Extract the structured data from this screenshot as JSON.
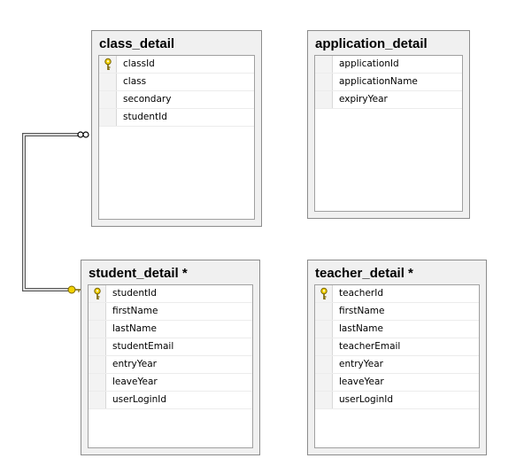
{
  "tables": {
    "class_detail": {
      "title": "class_detail",
      "columns": [
        {
          "name": "classId",
          "primary_key": true
        },
        {
          "name": "class",
          "primary_key": false
        },
        {
          "name": "secondary",
          "primary_key": false
        },
        {
          "name": "studentId",
          "primary_key": false
        }
      ]
    },
    "application_detail": {
      "title": "application_detail",
      "columns": [
        {
          "name": "applicationId",
          "primary_key": false
        },
        {
          "name": "applicationName",
          "primary_key": false
        },
        {
          "name": "expiryYear",
          "primary_key": false
        }
      ]
    },
    "student_detail": {
      "title": "student_detail *",
      "columns": [
        {
          "name": "studentId",
          "primary_key": true
        },
        {
          "name": "firstName",
          "primary_key": false
        },
        {
          "name": "lastName",
          "primary_key": false
        },
        {
          "name": "studentEmail",
          "primary_key": false
        },
        {
          "name": "entryYear",
          "primary_key": false
        },
        {
          "name": "leaveYear",
          "primary_key": false
        },
        {
          "name": "userLoginId",
          "primary_key": false
        }
      ]
    },
    "teacher_detail": {
      "title": "teacher_detail *",
      "columns": [
        {
          "name": "teacherId",
          "primary_key": true
        },
        {
          "name": "firstName",
          "primary_key": false
        },
        {
          "name": "lastName",
          "primary_key": false
        },
        {
          "name": "teacherEmail",
          "primary_key": false
        },
        {
          "name": "entryYear",
          "primary_key": false
        },
        {
          "name": "leaveYear",
          "primary_key": false
        },
        {
          "name": "userLoginId",
          "primary_key": false
        }
      ]
    }
  },
  "relationship": {
    "from_table": "student_detail",
    "to_table": "class_detail",
    "one_end_icon": "key-icon",
    "many_end_icon": "infinity-icon"
  },
  "colors": {
    "key_fill": "#f2d200",
    "key_stroke": "#7a6500",
    "connector": "#555555"
  }
}
